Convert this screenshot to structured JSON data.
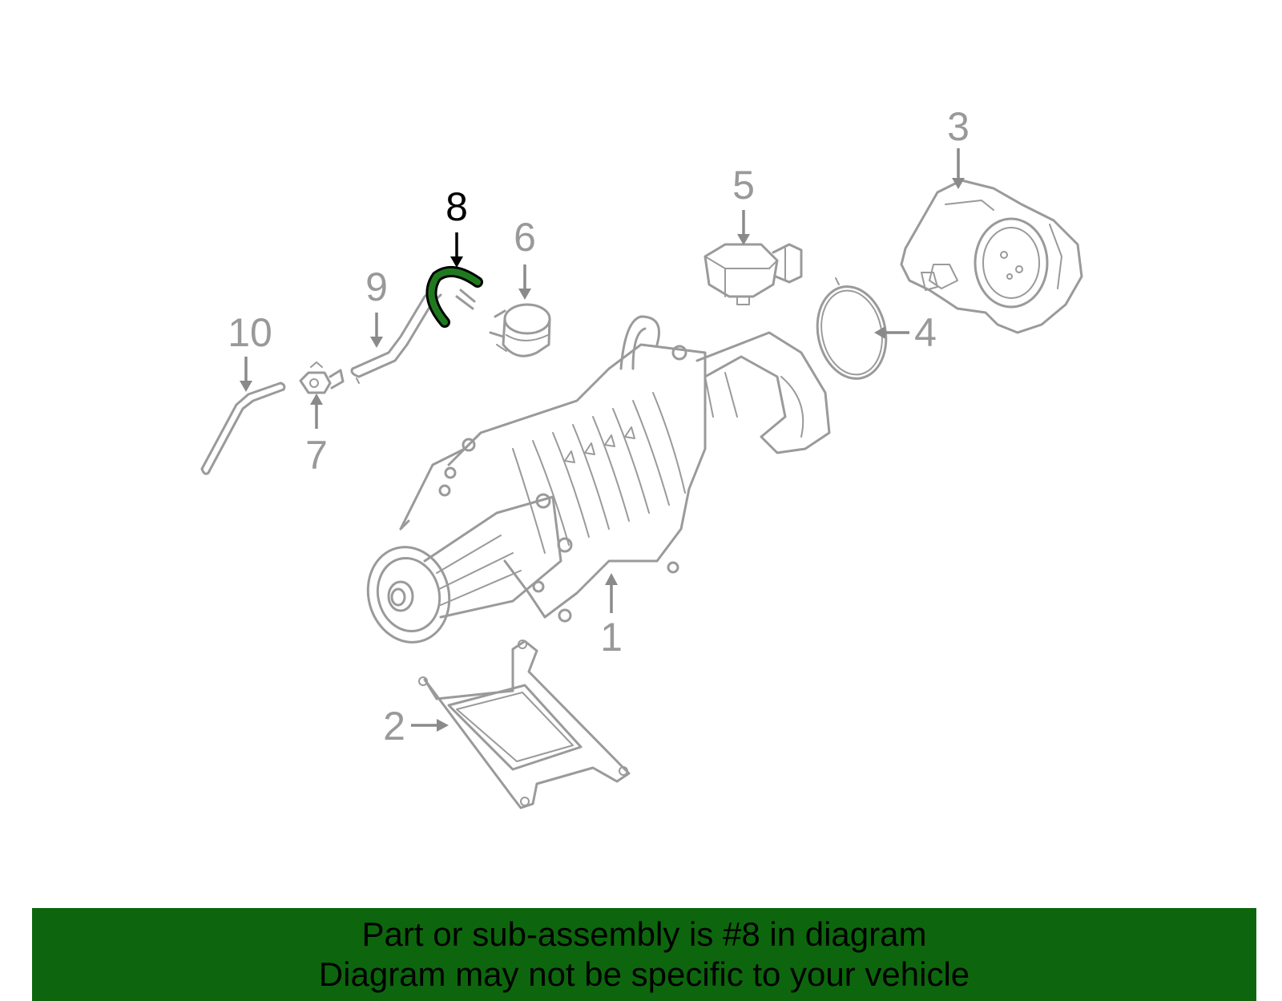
{
  "callouts": {
    "c1": "1",
    "c2": "2",
    "c3": "3",
    "c4": "4",
    "c5": "5",
    "c6": "6",
    "c7": "7",
    "c8": "8",
    "c9": "9",
    "c10": "10"
  },
  "highlight": {
    "part": "8",
    "color": "#1f7a1f"
  },
  "banner": {
    "line1": "Part or sub-assembly is #8 in diagram",
    "line2": "Diagram may not be specific to your vehicle",
    "background": "#0d660d"
  }
}
